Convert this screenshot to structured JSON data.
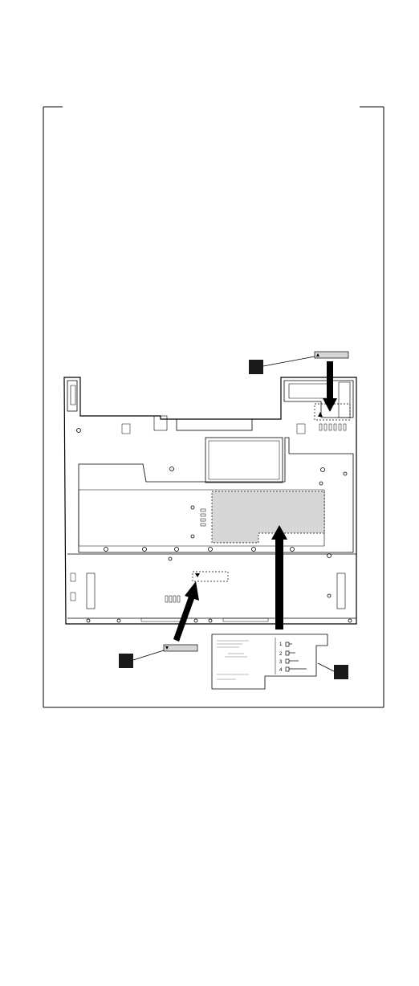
{
  "figure": {
    "callouts": [
      {
        "id": "callout-top-right",
        "text": ""
      },
      {
        "id": "callout-bottom-left",
        "text": ""
      },
      {
        "id": "callout-bottom-right",
        "text": ""
      }
    ],
    "screw_legend": {
      "rows": [
        {
          "num": "1"
        },
        {
          "num": "2"
        },
        {
          "num": "3"
        },
        {
          "num": "4"
        }
      ]
    }
  },
  "colors": {
    "line": "#000000",
    "label_fill": "#d6d6d6",
    "callout_fill": "#1a1a1a",
    "background": "#ffffff"
  }
}
